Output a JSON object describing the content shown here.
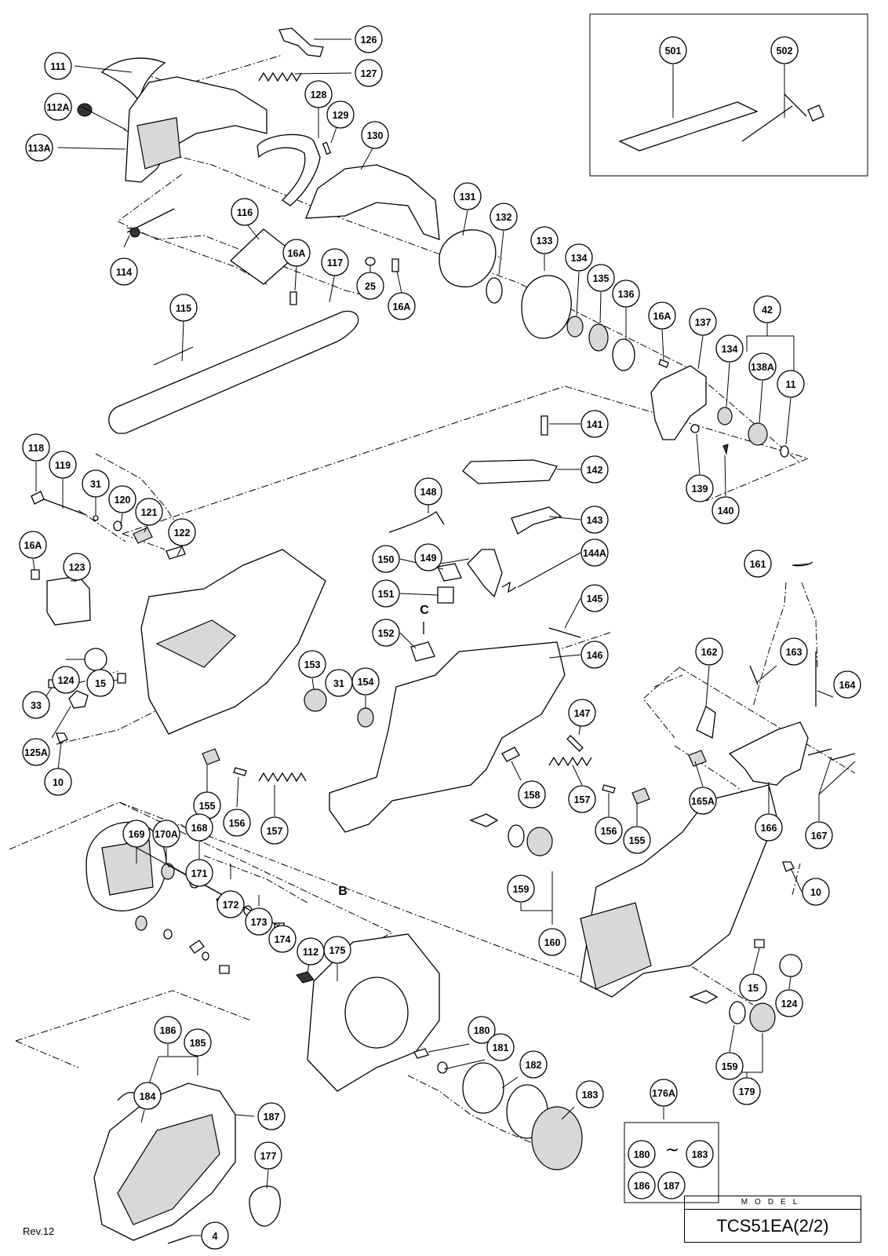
{
  "diagram": {
    "callouts": [
      {
        "id": "c111",
        "label": "111"
      },
      {
        "id": "c112A",
        "label": "112A"
      },
      {
        "id": "c113A",
        "label": "113A"
      },
      {
        "id": "c126",
        "label": "126"
      },
      {
        "id": "c127",
        "label": "127"
      },
      {
        "id": "c128",
        "label": "128"
      },
      {
        "id": "c129",
        "label": "129"
      },
      {
        "id": "c130",
        "label": "130"
      },
      {
        "id": "c116",
        "label": "116"
      },
      {
        "id": "c114",
        "label": "114"
      },
      {
        "id": "c16A_a",
        "label": "16A"
      },
      {
        "id": "c117",
        "label": "117"
      },
      {
        "id": "c25",
        "label": "25"
      },
      {
        "id": "c16A_b",
        "label": "16A"
      },
      {
        "id": "c115",
        "label": "115"
      },
      {
        "id": "c131",
        "label": "131"
      },
      {
        "id": "c132",
        "label": "132"
      },
      {
        "id": "c133",
        "label": "133"
      },
      {
        "id": "c134",
        "label": "134"
      },
      {
        "id": "c135",
        "label": "135"
      },
      {
        "id": "c136",
        "label": "136"
      },
      {
        "id": "c16A_c",
        "label": "16A"
      },
      {
        "id": "c137",
        "label": "137"
      },
      {
        "id": "c42",
        "label": "42"
      },
      {
        "id": "c134b",
        "label": "134"
      },
      {
        "id": "c138A",
        "label": "138A"
      },
      {
        "id": "c11",
        "label": "11"
      },
      {
        "id": "c139",
        "label": "139"
      },
      {
        "id": "c140",
        "label": "140"
      },
      {
        "id": "c501",
        "label": "501"
      },
      {
        "id": "c502",
        "label": "502"
      },
      {
        "id": "c141",
        "label": "141"
      },
      {
        "id": "c142",
        "label": "142"
      },
      {
        "id": "c148",
        "label": "148"
      },
      {
        "id": "c143",
        "label": "143"
      },
      {
        "id": "c149",
        "label": "149"
      },
      {
        "id": "c150",
        "label": "150"
      },
      {
        "id": "c144A",
        "label": "144A"
      },
      {
        "id": "c151",
        "label": "151"
      },
      {
        "id": "c145",
        "label": "145"
      },
      {
        "id": "c152",
        "label": "152"
      },
      {
        "id": "c146",
        "label": "146"
      },
      {
        "id": "c118",
        "label": "118"
      },
      {
        "id": "c119",
        "label": "119"
      },
      {
        "id": "c31",
        "label": "31"
      },
      {
        "id": "c120",
        "label": "120"
      },
      {
        "id": "c121",
        "label": "121"
      },
      {
        "id": "c122",
        "label": "122"
      },
      {
        "id": "c16A_d",
        "label": "16A"
      },
      {
        "id": "c123",
        "label": "123"
      },
      {
        "id": "c124",
        "label": "124"
      },
      {
        "id": "c15",
        "label": "15"
      },
      {
        "id": "c33",
        "label": "33"
      },
      {
        "id": "c125A",
        "label": "125A"
      },
      {
        "id": "c10",
        "label": "10"
      },
      {
        "id": "c153",
        "label": "153"
      },
      {
        "id": "c31b",
        "label": "31"
      },
      {
        "id": "c154",
        "label": "154"
      },
      {
        "id": "c147",
        "label": "147"
      },
      {
        "id": "c155",
        "label": "155"
      },
      {
        "id": "c156",
        "label": "156"
      },
      {
        "id": "c157",
        "label": "157"
      },
      {
        "id": "c158",
        "label": "158"
      },
      {
        "id": "c157b",
        "label": "157"
      },
      {
        "id": "c156b",
        "label": "156"
      },
      {
        "id": "c155b",
        "label": "155"
      },
      {
        "id": "c161",
        "label": "161"
      },
      {
        "id": "c162",
        "label": "162"
      },
      {
        "id": "c163",
        "label": "163"
      },
      {
        "id": "c164",
        "label": "164"
      },
      {
        "id": "c165A",
        "label": "165A"
      },
      {
        "id": "c166",
        "label": "166"
      },
      {
        "id": "c167",
        "label": "167"
      },
      {
        "id": "c10b",
        "label": "10"
      },
      {
        "id": "c169",
        "label": "169"
      },
      {
        "id": "c168",
        "label": "168"
      },
      {
        "id": "c170A",
        "label": "170A"
      },
      {
        "id": "c171",
        "label": "171"
      },
      {
        "id": "c172",
        "label": "172"
      },
      {
        "id": "c173",
        "label": "173"
      },
      {
        "id": "c174",
        "label": "174"
      },
      {
        "id": "c112",
        "label": "112"
      },
      {
        "id": "c159",
        "label": "159"
      },
      {
        "id": "c160",
        "label": "160"
      },
      {
        "id": "c15b",
        "label": "15"
      },
      {
        "id": "c124b",
        "label": "124"
      },
      {
        "id": "c175",
        "label": "175"
      },
      {
        "id": "c180",
        "label": "180"
      },
      {
        "id": "c181",
        "label": "181"
      },
      {
        "id": "c182",
        "label": "182"
      },
      {
        "id": "c183",
        "label": "183"
      },
      {
        "id": "c186",
        "label": "186"
      },
      {
        "id": "c185",
        "label": "185"
      },
      {
        "id": "c184",
        "label": "184"
      },
      {
        "id": "c187",
        "label": "187"
      },
      {
        "id": "c177",
        "label": "177"
      },
      {
        "id": "c4",
        "label": "4"
      },
      {
        "id": "c159b",
        "label": "159"
      },
      {
        "id": "c179",
        "label": "179"
      },
      {
        "id": "c176A",
        "label": "176A"
      },
      {
        "id": "k180",
        "label": "180"
      },
      {
        "id": "k183",
        "label": "183"
      },
      {
        "id": "k186",
        "label": "186"
      },
      {
        "id": "k187",
        "label": "187"
      }
    ],
    "letters": {
      "c": "C",
      "b": "B"
    },
    "kit_tilde": "~"
  },
  "footer": {
    "revision": "Rev.12",
    "model_header": "MODEL",
    "model_name": "TCS51EA(2/2)"
  }
}
